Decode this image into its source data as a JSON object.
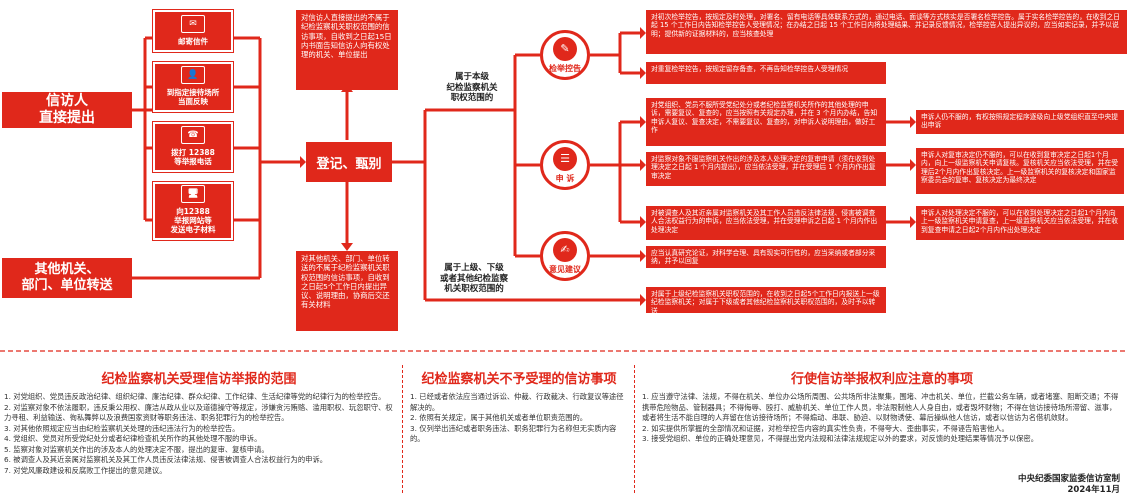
{
  "sources": {
    "petitioner": "信访人\n直接提出",
    "other_orgs": "其他机关、\n部门、单位转送"
  },
  "channels": [
    {
      "icon": "✉",
      "label": "邮寄信件"
    },
    {
      "icon": "👤",
      "label": "到指定接待场所\n当面反映"
    },
    {
      "icon": "☎",
      "label": "拨打 12388\n等举报电话"
    },
    {
      "icon": "🖥",
      "label": "向12388\n举报网站等\n发送电子材料"
    }
  ],
  "register": "登记、甄别",
  "top_note": "对信访人直接提出的不属于纪检监察机关职权范围的信访事项，自收到之日起15日内书面告知信访人向有权处理的机关、单位提出",
  "bottom_note": "对其他机关、部门、单位转送的不属于纪检监察机关职权范围的信访事项，自收到之日起5个工作日内提出异议、说明理由，协商后交还有关材料",
  "scope_label": "属于本级\n纪检监察机关\n职权范围的",
  "lower_label": "属于上级、下级\n或者其他纪检监察\n机关职权范围的",
  "categories": [
    {
      "icon": "✎",
      "label": "检举控告"
    },
    {
      "icon": "☰",
      "label": "申 诉"
    },
    {
      "icon": "✍",
      "label": "意见建议"
    }
  ],
  "right_boxes": [
    "对初次检举控告，按规定及时处理，对署名、留有电话等具体联系方式的，通过电话、面谈等方式核实是否署名检举控告。属于实名检举控告的，在收到之日起 15 个工作日内告知检举控告人受理情况；在办结之日起 15 个工作日内将处理结果、并记录反馈情况，检举控告人提出异议的，应当如实记录，并予以说明；提供新的证据材料的，应当核查处理",
    "对重复检举控告，按规定留存备查，不再告知检举控告人受理情况",
    "对党组织、党员不服所受党纪处分或者纪检监察机关所作的其他处理的申诉，需要复议、复查的，应当按照有关规定办理，并在 3 个月内办结，告知申诉人复议、复查决定，不需要复议、复查的，对申诉人说明理由，做好工作",
    "对监察对象不服监察机关作出的涉及本人处理决定的复审申请（须在收到处理决定之日起 1 个月内提出），应当依法受理，并在受理后 1 个月内作出复审决定",
    "对被调查人及其近亲属对监察机关及其工作人员违反法律法规、侵害被调查人合法权益行为的申诉，应当依法受理，并在受理申诉之日起 1 个月内作出处理决定",
    "应当认真研究论证，对科学合理、具有现实可行性的，应当采纳或者部分采纳，并予以回复",
    "对属于上级纪检监察机关职权范围的，在收到之日起5个工作日内报送上一级纪检监察机关；对属于下级或者其他纪检监察机关职权范围的，及时予以转送"
  ],
  "far_right_boxes": [
    "申诉人仍不服的，有权按照规定程序逐级向上级党组织直至中央提出申诉",
    "申诉人对复审决定仍不服的，可以在收到复审决定之日起1个月内，向上一级监察机关申请复核。复核机关应当依法受理，并在受理后2个月内作出复核决定。上一级监察机关的复核决定和国家监察委员会的复审、复核决定为最终决定",
    "申诉人对处理决定不服的，可以在收到处理决定之日起1个月内向上一级监察机关申请复查，上一级监察机关应当依法受理，并在收到复查申请之日起2个月内作出处理决定"
  ],
  "bottom_sections": [
    {
      "title": "纪检监察机关受理信访举报的范围",
      "items": [
        "1. 对党组织、党员违反政治纪律、组织纪律、廉洁纪律、群众纪律、工作纪律、生活纪律等党的纪律行为的检举控告。",
        "2. 对监察对象不依法履职，违反秉公用权、廉洁从政从业以及道德操守等规定，涉嫌贪污贿赂、滥用职权、玩忽职守、权力寻租、利益输送、徇私舞弊以及浪费国家资财等职务违法、职务犯罪行为的检举控告。",
        "3. 对其他依照规定应当由纪检监察机关处理的违纪违法行为的检举控告。",
        "4. 党组织、党员对所受党纪处分或者纪律检查机关所作的其他处理不服的申诉。",
        "5. 监察对象对监察机关作出的涉及本人的处理决定不服，提出的复审、复核申请。",
        "6. 被调查人及其近亲属对监察机关及其工作人员违反法律法规、侵害被调查人合法权益行为的申诉。",
        "7. 对党风廉政建设和反腐败工作提出的意见建议。"
      ]
    },
    {
      "title": "纪检监察机关不予受理的信访事项",
      "items": [
        "1. 已经或者依法应当通过诉讼、仲裁、行政裁决、行政复议等途径解决的。",
        "2. 依照有关规定，属于其他机关或者单位职责范围的。",
        "3. 仅列举出违纪或者职务违法、职务犯罪行为名称但无实质内容的。"
      ]
    },
    {
      "title": "行使信访举报权利应注意的事项",
      "items": [
        "1. 应当遵守法律、法规，不得在机关、单位办公场所周围、公共场所非法聚集，围堵、冲击机关、单位，拦截公务车辆，或者堵塞、阻断交通；不得携带危险物品、管制器具；不得侮辱、殴打、威胁机关、单位工作人员，非法限制他人人身自由，或者毁坏财物；不得在信访接待场所滞留、滋事，或者将生活不能自理的人弃留在信访接待场所；不得煽动、串联、胁迫、以财物诱使、幕后操纵他人信访，或者以信访为名借机敛财。",
        "2. 如实提供所掌握的全部情况和证据，对检举控告内容的真实性负责，不得夸大、歪曲事实，不得诬告陷害他人。",
        "3. 接受党组织、单位的正确处理意见，不得提出党内法规和法律法规规定以外的要求，对反馈的处理结果等情况予以保密。"
      ]
    }
  ],
  "footer": {
    "org": "中央纪委国家监委信访室制",
    "date": "2024年11月"
  },
  "colors": {
    "accent": "#e0281b",
    "text": "#333333"
  }
}
